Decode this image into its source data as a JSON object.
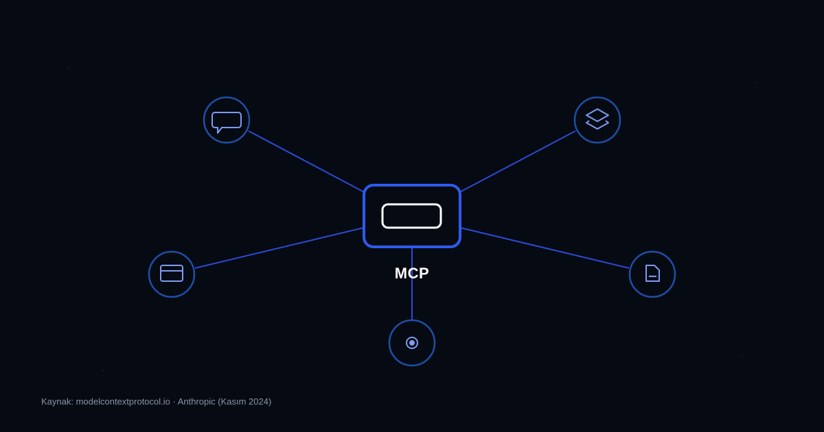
{
  "hub": {
    "label": "MCP",
    "icon": "rounded-rectangle-icon"
  },
  "nodes": [
    {
      "id": "chat",
      "icon": "chat-bubble-icon"
    },
    {
      "id": "layers",
      "icon": "layers-icon"
    },
    {
      "id": "window",
      "icon": "browser-window-icon"
    },
    {
      "id": "document",
      "icon": "document-icon"
    },
    {
      "id": "target",
      "icon": "target-icon"
    }
  ],
  "colors": {
    "background": "#060a12",
    "hub_border": "#2d5bf0",
    "node_border": "#1e4fa8",
    "line": "#2c4bd6",
    "icon": "#7d9cf5",
    "hub_icon": "#ffffff",
    "label": "#ffffff",
    "source_text": "#8a94a6"
  },
  "footer": {
    "source": "Kaynak: modelcontextprotocol.io · Anthropic (Kasım 2024)"
  }
}
